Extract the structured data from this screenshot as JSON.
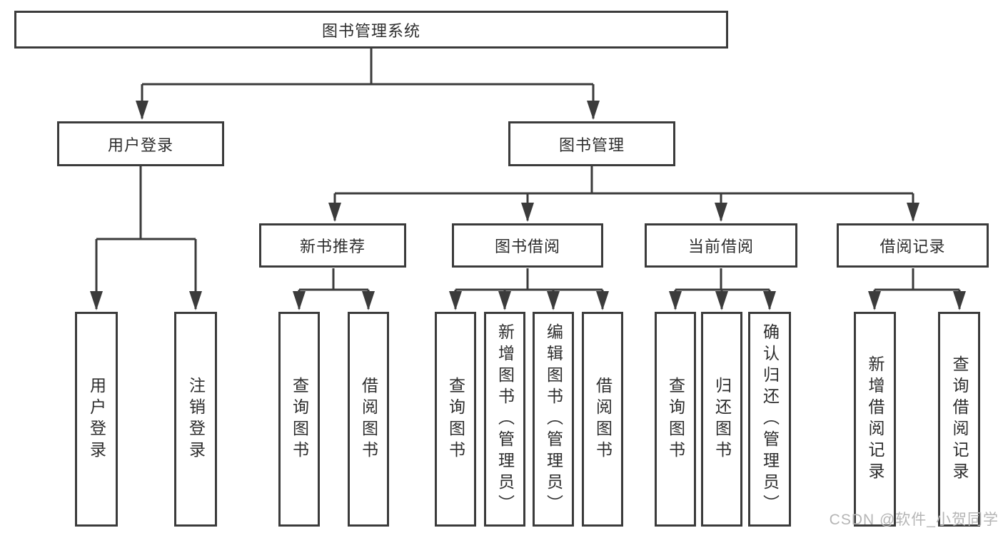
{
  "diagram": {
    "root": "图书管理系统",
    "level2": [
      "用户登录",
      "图书管理"
    ],
    "level3": [
      "新书推荐",
      "图书借阅",
      "当前借阅",
      "借阅记录"
    ],
    "leaves": {
      "user_login": [
        "用户登录",
        "注销登录"
      ],
      "new_books": [
        "查询图书",
        "借阅图书"
      ],
      "book_borrow": [
        "查询图书",
        "新增图书（管理员）",
        "编辑图书（管理员）",
        "借阅图书"
      ],
      "current_borrow": [
        "查询图书",
        "归还图书",
        "确认归还（管理员）"
      ],
      "borrow_records": [
        "新增借阅记录",
        "查询借阅记录"
      ]
    }
  },
  "watermark": {
    "text": "CSDN @软件_小贺同学"
  },
  "colors": {
    "line": "#3b3b3b",
    "text": "#2d2d2d",
    "box_background": "#ffffff",
    "page_background": "#ffffff",
    "watermark": "#b5b5b5"
  }
}
